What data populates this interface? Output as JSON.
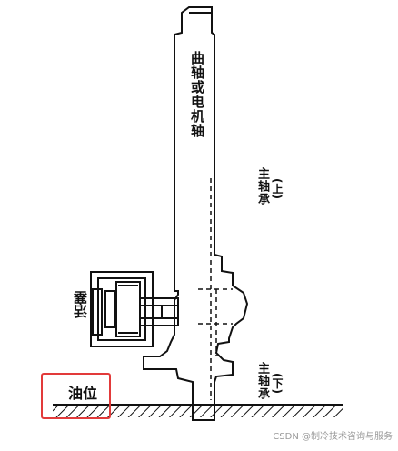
{
  "labels": {
    "shaft": "曲轴或电机轴",
    "upper_bearing_main": "主轴承",
    "upper_bearing_sub": "(上)",
    "lower_bearing_main": "主轴承",
    "lower_bearing_sub": "(下)",
    "piston": "活塞",
    "oil_level": "油位"
  },
  "watermark": "CSDN @制冷技术咨询与服务",
  "colors": {
    "line": "#111111",
    "highlight_box": "#e23a3a"
  }
}
